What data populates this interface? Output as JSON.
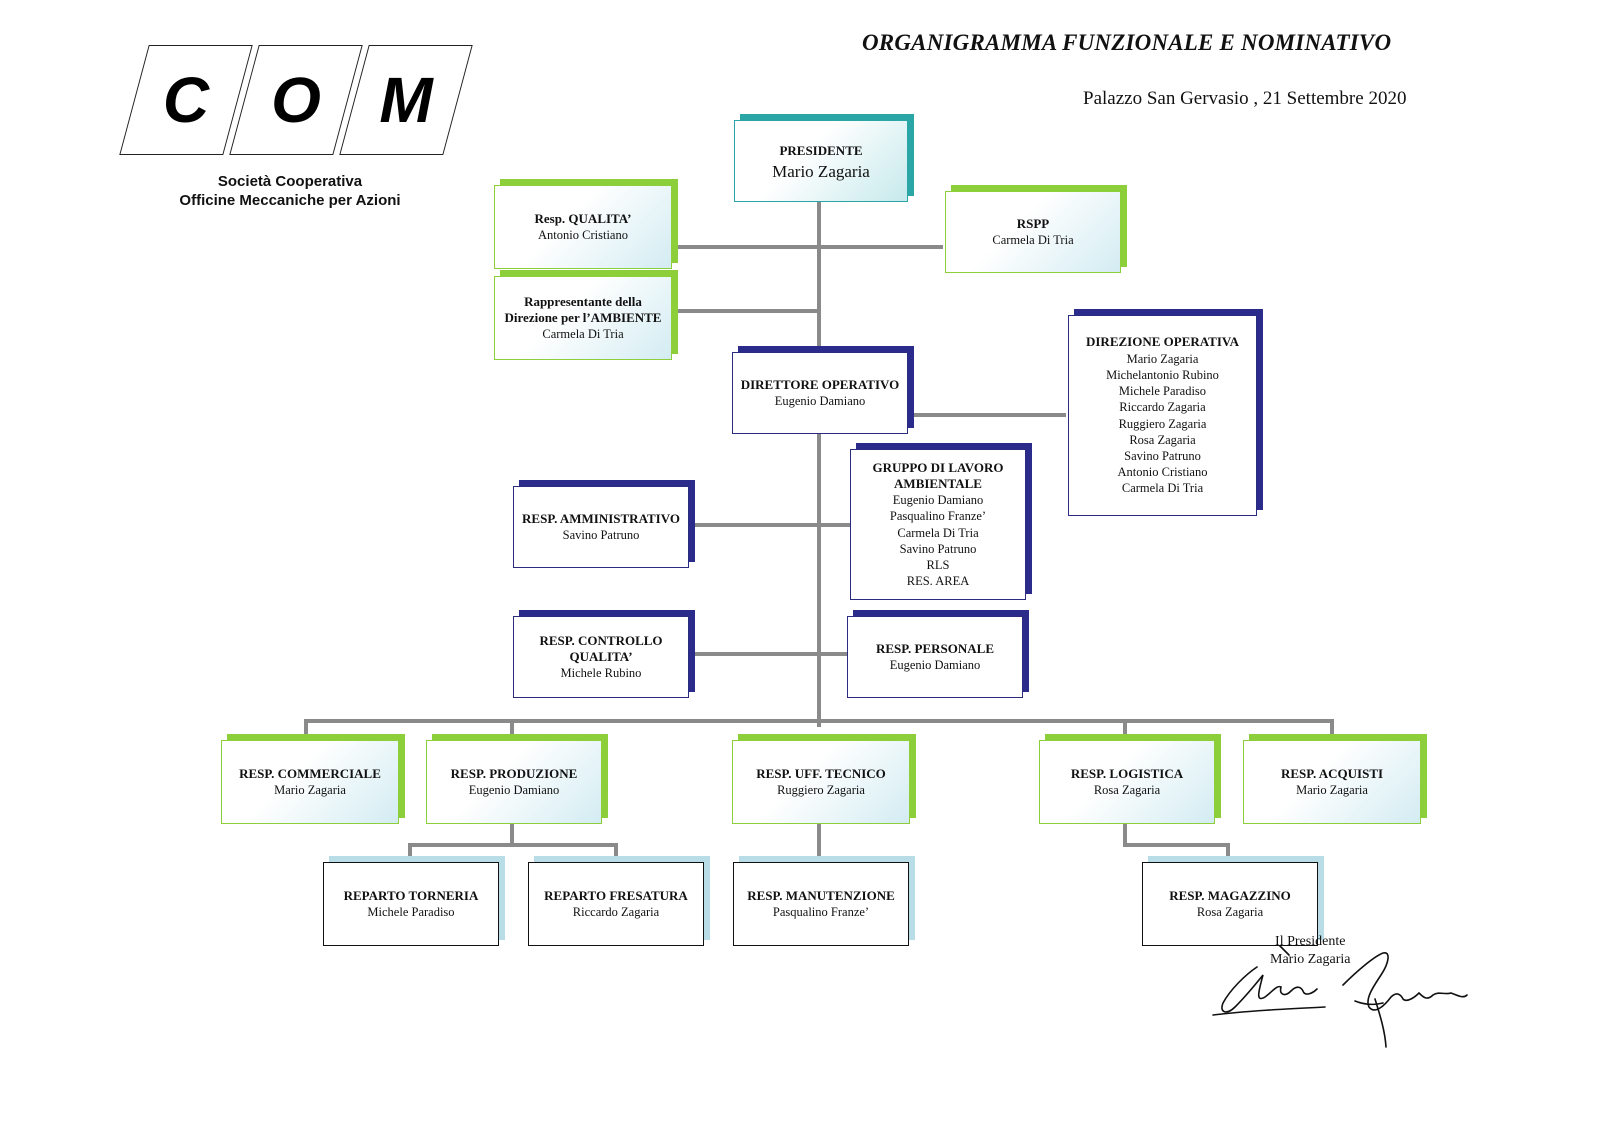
{
  "logo": {
    "letters": [
      "C",
      "O",
      "M"
    ]
  },
  "company": {
    "line1": "Società Cooperativa",
    "line2": "Officine Meccaniche  per Azioni"
  },
  "document": {
    "title": "ORGANIGRAMMA FUNZIONALE E NOMINATIVO",
    "place_date": "Palazzo San Gervasio , 21 Settembre 2020"
  },
  "nodes": {
    "presidente": {
      "title": "PRESIDENTE",
      "lines": [
        "Mario Zagaria"
      ]
    },
    "resp_qualita": {
      "title": "Resp. QUALITA’",
      "lines": [
        "Antonio Cristiano"
      ]
    },
    "rspp": {
      "title": "RSPP",
      "lines": [
        "Carmela Di Tria"
      ]
    },
    "rappr_ambiente": {
      "title": "Rappresentante della Direzione per l’AMBIENTE",
      "lines": [
        "Carmela Di Tria"
      ]
    },
    "direttore_operativo": {
      "title": "DIRETTORE OPERATIVO",
      "lines": [
        "Eugenio Damiano"
      ]
    },
    "direzione_operativa": {
      "title": "DIREZIONE OPERATIVA",
      "lines": [
        "Mario Zagaria",
        "Michelantonio  Rubino",
        "Michele Paradiso",
        "Riccardo Zagaria",
        "Ruggiero Zagaria",
        "Rosa Zagaria",
        "Savino Patruno",
        "Antonio Cristiano",
        "Carmela Di Tria"
      ]
    },
    "gruppo_lavoro": {
      "title": "GRUPPO DI LAVORO AMBIENTALE",
      "lines": [
        "Eugenio Damiano",
        "Pasqualino Franze’",
        "Carmela Di Tria",
        "Savino Patruno",
        "RLS",
        "RES. AREA"
      ]
    },
    "resp_amministrativo": {
      "title": "RESP. AMMINISTRATIVO",
      "lines": [
        "Savino Patruno"
      ]
    },
    "resp_controllo_qualita": {
      "title": "RESP. CONTROLLO QUALITA’",
      "lines": [
        "Michele Rubino"
      ]
    },
    "resp_personale": {
      "title": "RESP. PERSONALE",
      "lines": [
        "Eugenio Damiano"
      ]
    },
    "resp_commerciale": {
      "title": "RESP. COMMERCIALE",
      "lines": [
        "Mario Zagaria"
      ]
    },
    "resp_produzione": {
      "title": "RESP. PRODUZIONE",
      "lines": [
        "Eugenio Damiano"
      ]
    },
    "resp_uff_tecnico": {
      "title": "RESP. UFF. TECNICO",
      "lines": [
        "Ruggiero Zagaria"
      ]
    },
    "resp_logistica": {
      "title": "RESP. LOGISTICA",
      "lines": [
        "Rosa Zagaria"
      ]
    },
    "resp_acquisti": {
      "title": "RESP. ACQUISTI",
      "lines": [
        "Mario Zagaria"
      ]
    },
    "reparto_torneria": {
      "title": "REPARTO TORNERIA",
      "lines": [
        "Michele Paradiso"
      ]
    },
    "reparto_fresatura": {
      "title": "REPARTO FRESATURA",
      "lines": [
        "Riccardo Zagaria"
      ]
    },
    "resp_manutenzione": {
      "title": "RESP. MANUTENZIONE",
      "lines": [
        "Pasqualino Franze’"
      ]
    },
    "resp_magazzino": {
      "title": "RESP. MAGAZZINO",
      "lines": [
        "Rosa Zagaria"
      ]
    }
  },
  "signature_block": {
    "role": "Il Presidente",
    "name": "Mario Zagaria"
  },
  "colors": {
    "connector": "#8a8a8a",
    "teal": "#2aa6a6",
    "green": "#8ccf3a",
    "navy": "#2b2b8c",
    "light_blue": "#b8dde6"
  }
}
